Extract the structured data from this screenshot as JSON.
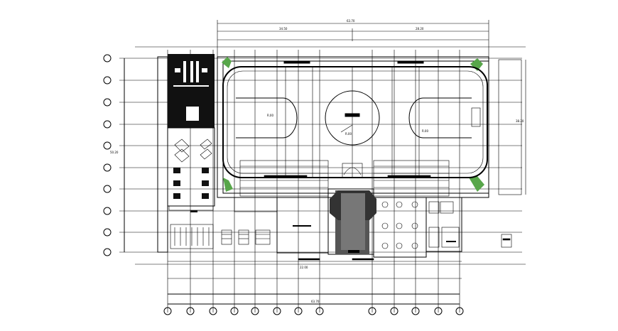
{
  "drawing": {
    "dimensions": {
      "overall_top": "63.70",
      "top_left": "34.50",
      "top_right": "28.20",
      "right_side": "38.20",
      "left_side": "50.20",
      "bottom_total": "63.70",
      "bottom_mid": "22.00"
    },
    "labels": {
      "left_arc": "R.00",
      "center_circle": "R.00",
      "right_arc": "R.00"
    }
  }
}
